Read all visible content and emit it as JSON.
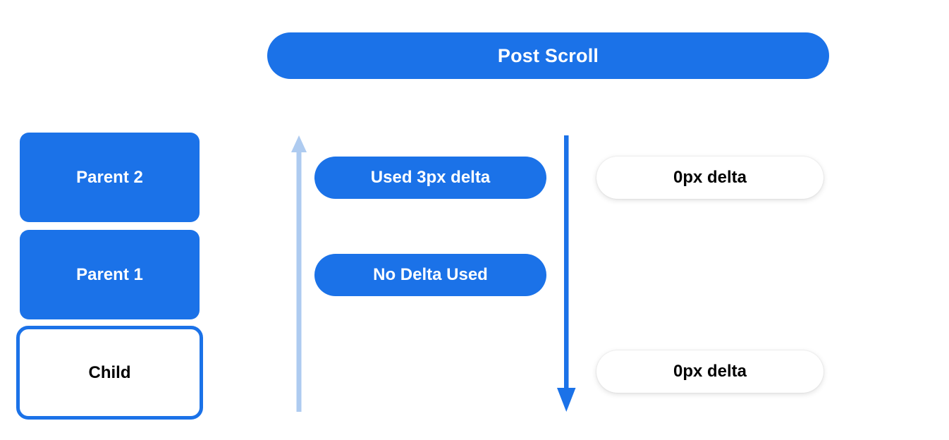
{
  "header": {
    "title": "Post Scroll"
  },
  "colors": {
    "primary_blue": "#1b72e8",
    "light_blue": "#aecbf0",
    "white": "#ffffff",
    "black": "#000000"
  },
  "left_stack": {
    "boxes": [
      {
        "label": "Parent 2",
        "style": "filled"
      },
      {
        "label": "Parent 1",
        "style": "filled"
      },
      {
        "label": "Child",
        "style": "outlined"
      }
    ]
  },
  "arrows": [
    {
      "name": "scroll-up-arrow",
      "direction": "up",
      "color": "#aecbf0"
    },
    {
      "name": "scroll-down-arrow",
      "direction": "down",
      "color": "#1b72e8"
    }
  ],
  "center_pills": [
    {
      "label": "Used 3px delta"
    },
    {
      "label": "No Delta Used"
    }
  ],
  "right_pills": [
    {
      "label": "0px delta"
    },
    {
      "label": "0px delta"
    }
  ]
}
